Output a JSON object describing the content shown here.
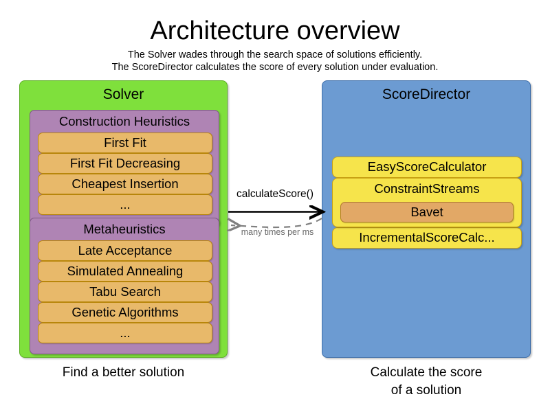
{
  "header": {
    "title": "Architecture overview",
    "subtitle_lines": [
      "The Solver wades through the search space of solutions efficiently.",
      "The ScoreDirector calculates the score of every solution under evaluation."
    ]
  },
  "colors": {
    "solver_panel": "#7FE03C",
    "scoredirector_panel": "#6C9BD2",
    "group_box": "#AF84B4",
    "item_orange": "#E8B96A",
    "item_yellow": "#F6E44B",
    "nested_orange": "#E2A866",
    "background": "#FFFFFF",
    "dashed_arrow": "#808080",
    "solid_arrow": "#000000"
  },
  "solver": {
    "title": "Solver",
    "caption": "Find a better solution",
    "groups": [
      {
        "title": "Construction Heuristics",
        "items": [
          "First Fit",
          "First Fit Decreasing",
          "Cheapest Insertion",
          "..."
        ]
      },
      {
        "title": "Metaheuristics",
        "items": [
          "Late Acceptance",
          "Simulated Annealing",
          "Tabu Search",
          "Genetic Algorithms",
          "..."
        ]
      }
    ]
  },
  "scoredirector": {
    "title": "ScoreDirector",
    "caption_lines": [
      "Calculate the score",
      "of a solution"
    ],
    "items": [
      {
        "label": "EasyScoreCalculator",
        "child": null
      },
      {
        "label": "ConstraintStreams",
        "child": "Bavet"
      },
      {
        "label": "IncrementalScoreCalc...",
        "child": null
      }
    ]
  },
  "arrows": {
    "forward_label": "calculateScore()",
    "return_label": "many times per ms"
  }
}
